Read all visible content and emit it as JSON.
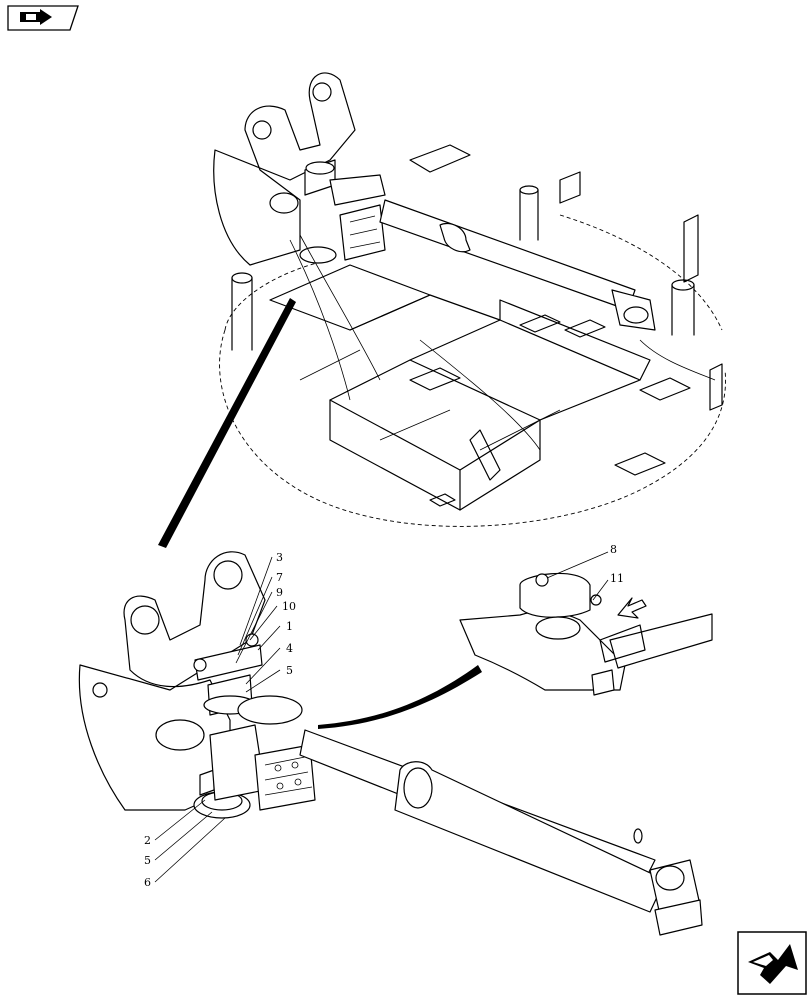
{
  "callouts": {
    "c3": "3",
    "c7": "7",
    "c9": "9",
    "c10": "10",
    "c1": "1",
    "c4": "4",
    "c5a": "5",
    "c2": "2",
    "c5b": "5",
    "c6": "6",
    "c8": "8",
    "c11": "11"
  },
  "icons": {
    "top_left": "book-arrow-icon",
    "bottom_right": "next-page-arrow-icon"
  }
}
